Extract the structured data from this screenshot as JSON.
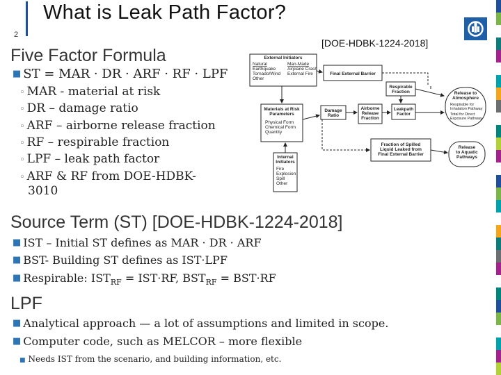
{
  "slide": {
    "page_number": "2",
    "title": "What is Leak Path Factor?",
    "reference": "[DOE-HDBK-1224-2018]",
    "logo_icon": "sandia-logo-icon",
    "accent_color": "#2e75b6"
  },
  "section1": {
    "heading": "Five Factor Formula",
    "formula": "ST = MAR · DR · ARF · RF · LPF",
    "items": [
      "MAR - material at risk",
      "DR – damage ratio",
      "ARF – airborne release fraction",
      "RF – respirable fraction",
      "LPF – leak path factor"
    ],
    "arf_line1": "ARF & RF from DOE-HDBK-",
    "arf_line2": "3010"
  },
  "section2": {
    "heading": "Source Term (ST) [DOE-HDBK-1224-2018]",
    "ist": "IST  – Initial ST defines as MAR  · DR · ARF",
    "bst": "BST- Building ST defines as IST·LPF",
    "resp_prefix": "Respirable:  IST",
    "resp_sub": "RF",
    "resp_mid": " = IST·RF, BST",
    "resp_sub2": "RF",
    "resp_end": " = BST·RF"
  },
  "section3": {
    "heading": "LPF",
    "items": [
      "Analytical approach  — a lot of assumptions and limited in scope.",
      "Computer code, such as MELCOR – more flexible"
    ],
    "subitem": "Needs IST from the scenario, and building information, etc."
  },
  "diagram": {
    "external_initiators": {
      "title": "External Initiators",
      "natural_head": "Natural",
      "natural": [
        "Earthquake",
        "Tornado/Wind",
        "Other"
      ],
      "manmade_head": "Man-Made",
      "manmade": [
        "Airplane Crash",
        "External Fire"
      ]
    },
    "final_external_barrier": "Final External Barrier",
    "respirable_fraction": [
      "Respirable",
      "Fraction"
    ],
    "release_atmosphere": [
      "Release to",
      "Atmosphere"
    ],
    "release_atmosphere_bullets": [
      "Respirable for",
      "Inhalation Pathway",
      "Total for Direct",
      "Exposure Pathway"
    ],
    "materials_at_risk": [
      "Materials at Risk",
      "Parameters"
    ],
    "materials_details": [
      "Physical Form",
      "Chemical Form",
      "Quantity"
    ],
    "damage_ratio": [
      "Damage",
      "Ratio"
    ],
    "airborne_release": [
      "Airborne",
      "Release",
      "Fraction"
    ],
    "leakpath_factor": [
      "Leakpath",
      "Factor"
    ],
    "fraction_spilled": [
      "Fraction of Spilled",
      "Liquid Leaked from",
      "Final External Barrier"
    ],
    "release_aquatic": [
      "Release",
      "to Aquatic",
      "Pathways"
    ],
    "internal_initiators": {
      "title": [
        "Internal",
        "Initiators"
      ],
      "items": [
        "Fire",
        "Explosion",
        "Spill",
        "Other"
      ]
    }
  }
}
